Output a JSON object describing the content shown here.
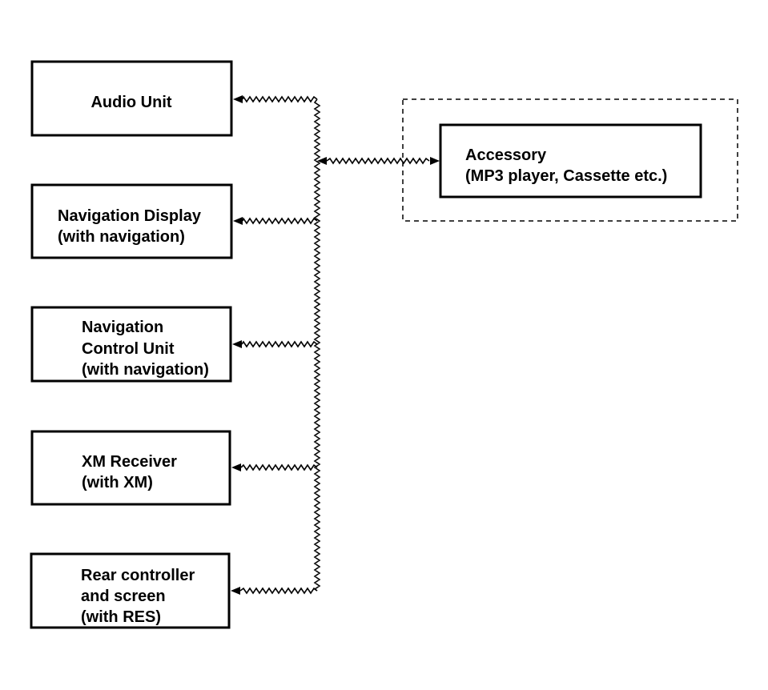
{
  "nodes": [
    {
      "id": "audio-unit",
      "lines": [
        "Audio Unit"
      ]
    },
    {
      "id": "navigation-display",
      "lines": [
        "Navigation Display",
        "(with navigation)"
      ]
    },
    {
      "id": "navigation-control-unit",
      "lines": [
        "Navigation",
        "Control Unit",
        "(with navigation)"
      ]
    },
    {
      "id": "xm-receiver",
      "lines": [
        "XM Receiver",
        "(with XM)"
      ]
    },
    {
      "id": "rear-controller",
      "lines": [
        "Rear controller",
        "and screen",
        "(with RES)"
      ]
    },
    {
      "id": "accessory",
      "lines": [
        "Accessory",
        "(MP3 player, Cassette etc.)"
      ]
    }
  ],
  "edges": [
    {
      "from": "bus",
      "to": "audio-unit",
      "style": "zigzag",
      "arrow": "to"
    },
    {
      "from": "bus",
      "to": "navigation-display",
      "style": "zigzag",
      "arrow": "to"
    },
    {
      "from": "bus",
      "to": "navigation-control-unit",
      "style": "zigzag",
      "arrow": "to"
    },
    {
      "from": "bus",
      "to": "xm-receiver",
      "style": "zigzag",
      "arrow": "to"
    },
    {
      "from": "bus",
      "to": "rear-controller",
      "style": "zigzag",
      "arrow": "to"
    },
    {
      "from": "accessory",
      "to": "bus",
      "style": "zigzag",
      "arrow": "both"
    }
  ],
  "groups": [
    {
      "id": "accessory-group",
      "contains": [
        "accessory"
      ],
      "border": "dashed"
    }
  ],
  "colors": {
    "stroke": "#000000",
    "background": "#ffffff"
  }
}
